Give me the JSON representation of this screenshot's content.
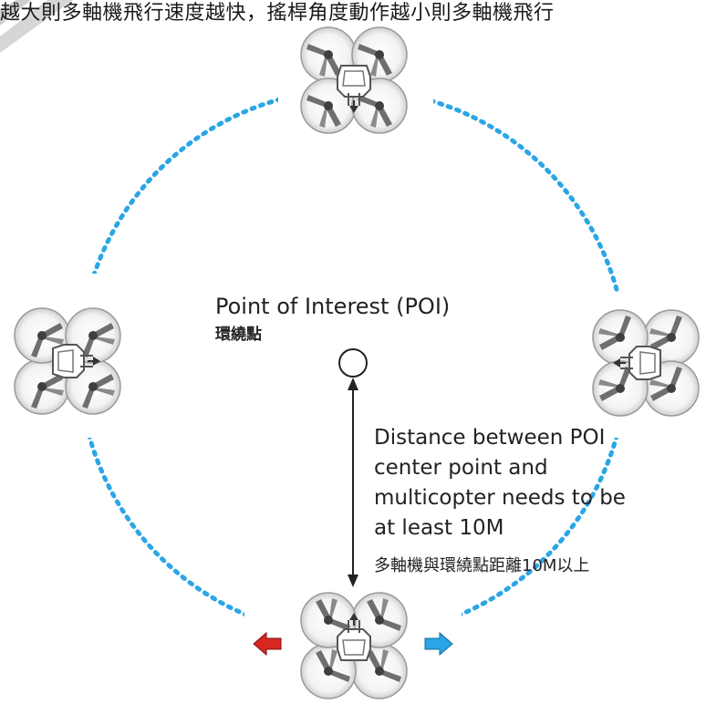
{
  "header_text": "越大則多軸機飛行速度越快，搖桿角度動作越小則多軸機飛行",
  "poi": {
    "title": "Point of Interest (POI)",
    "title_zh": "環繞點"
  },
  "distance_note": {
    "lines": [
      "Distance between POI",
      "center point and",
      "multicopter needs to be",
      "at least 10M"
    ],
    "zh": "多軸機與環繞點距離10M以上"
  },
  "colors": {
    "orbit_dash": "#2aa6e6",
    "arrow_left": "#d8271f",
    "arrow_right": "#2aa6e6",
    "drone_body": "#555555",
    "prop_ring": "#d9d9d9"
  },
  "drones": [
    {
      "id": "top",
      "facing": "down"
    },
    {
      "id": "left",
      "facing": "right"
    },
    {
      "id": "right",
      "facing": "left"
    },
    {
      "id": "bottom",
      "facing": "up"
    }
  ]
}
